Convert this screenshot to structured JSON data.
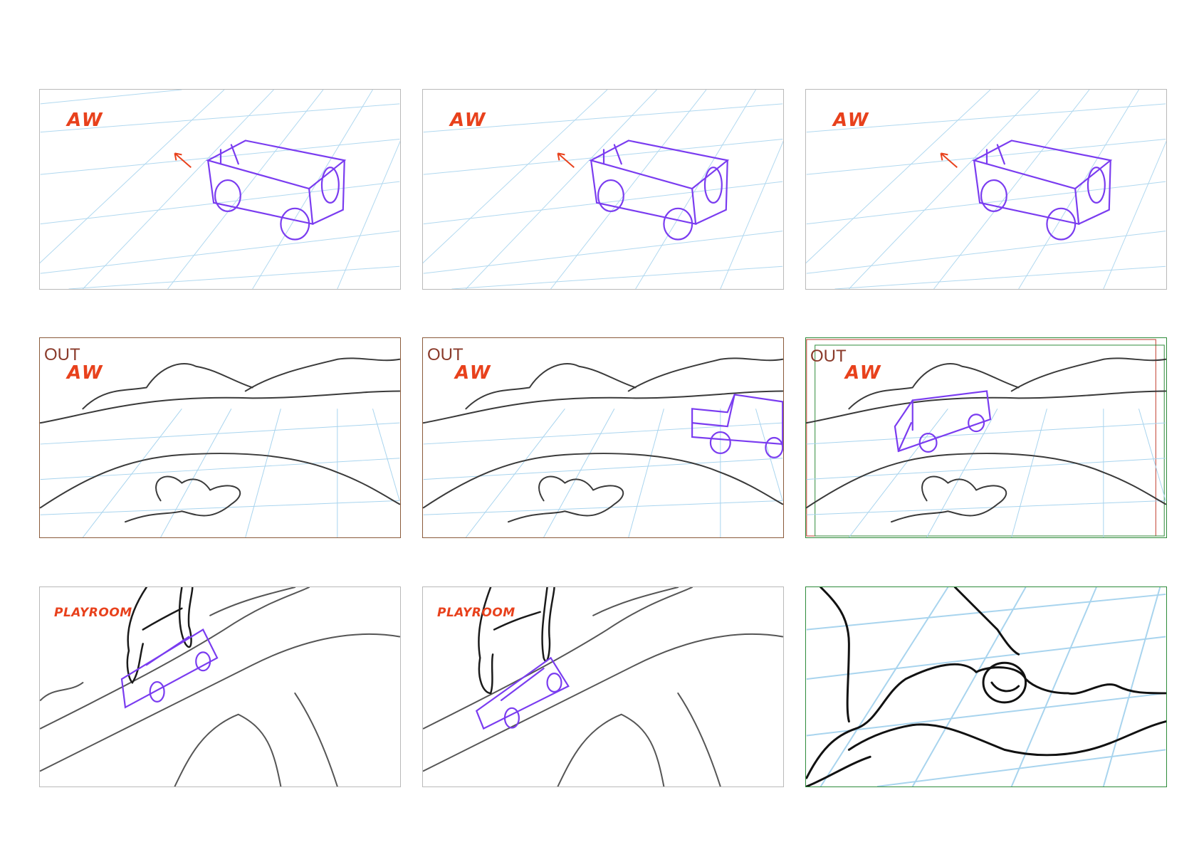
{
  "page": {
    "title": ""
  },
  "panels": [
    {
      "row": 1,
      "col": 1,
      "scene": "car-grid",
      "labels": {
        "tag": "AW"
      }
    },
    {
      "row": 1,
      "col": 2,
      "scene": "car-grid",
      "labels": {
        "tag": "AW"
      }
    },
    {
      "row": 1,
      "col": 3,
      "scene": "car-grid",
      "labels": {
        "tag": "AW"
      }
    },
    {
      "row": 2,
      "col": 1,
      "scene": "landscape",
      "labels": {
        "transition": "OUT",
        "tag": "AW"
      }
    },
    {
      "row": 2,
      "col": 2,
      "scene": "landscape-car",
      "labels": {
        "transition": "OUT",
        "tag": "AW"
      }
    },
    {
      "row": 2,
      "col": 3,
      "scene": "landscape-car",
      "labels": {
        "transition": "OUT",
        "tag": "AW"
      }
    },
    {
      "row": 3,
      "col": 1,
      "scene": "playroom-hand",
      "labels": {
        "tag": "PLAYROOM"
      }
    },
    {
      "row": 3,
      "col": 2,
      "scene": "playroom-hand",
      "labels": {
        "tag": "PLAYROOM"
      }
    },
    {
      "row": 3,
      "col": 3,
      "scene": "closeup-face",
      "labels": {}
    }
  ],
  "colors": {
    "grid": "#a8d4ee",
    "car": "#7a3cf0",
    "label": "#e8411c",
    "ink": "#2a2a2a",
    "frame_border": "#b9b9b9",
    "frame_red": "#c0392b",
    "frame_green": "#2e8b3a"
  }
}
